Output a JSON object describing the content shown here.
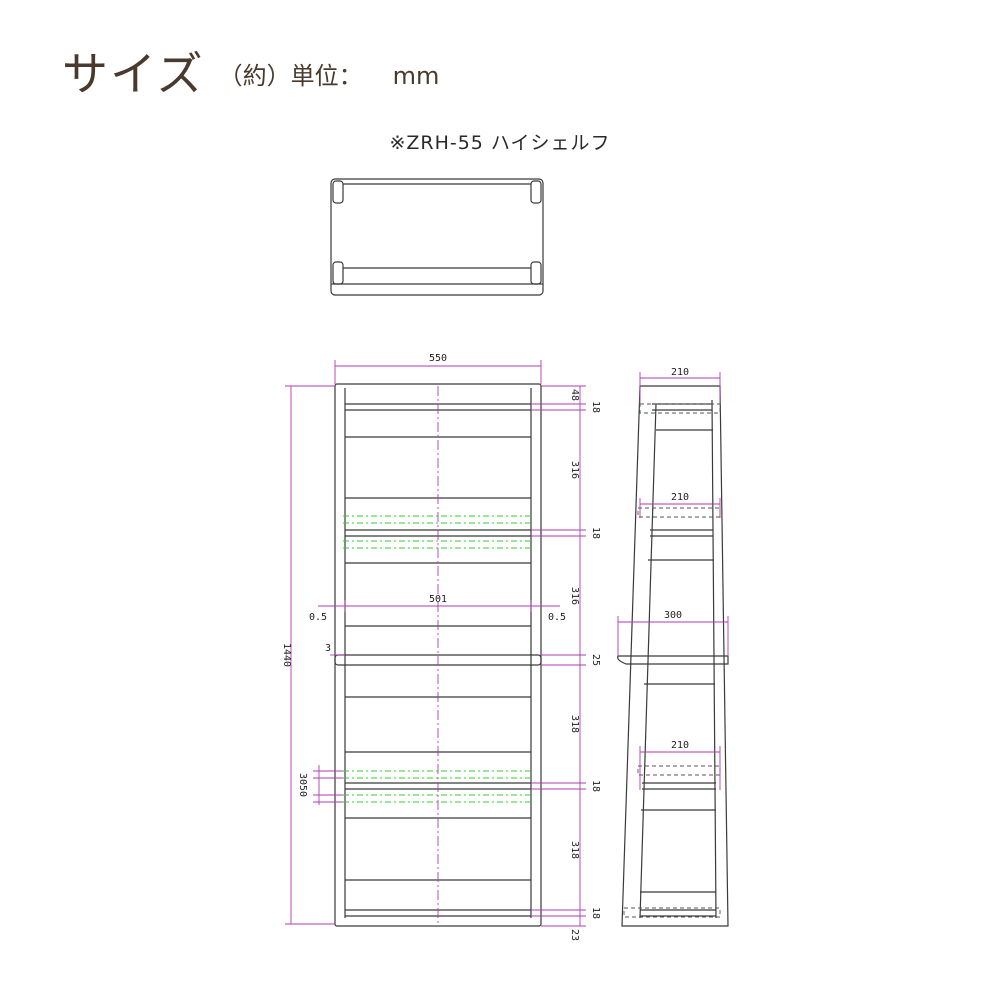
{
  "heading": {
    "title": "サイズ",
    "approx": "（約）単位：",
    "unit": "mm"
  },
  "model": "※ZRH-55 ハイシェルフ",
  "colors": {
    "outline": "#3a3a3a",
    "dimension": "#b23bb2",
    "adjustable": "#33cc33",
    "center": "#b23bb2"
  },
  "front_view": {
    "width": "550",
    "inner_width": "501",
    "gap_left": "0.5",
    "gap_right": "0.5",
    "inset": "3",
    "height": "1440",
    "pitch": "3050",
    "right_dims": [
      "48",
      "18",
      "316",
      "18",
      "316",
      "25",
      "318",
      "18",
      "318",
      "18",
      "23"
    ]
  },
  "side_view": {
    "top_depth": "210",
    "upper_shelf_depth": "210",
    "middle_depth": "300",
    "lower_shelf_depth": "210"
  }
}
